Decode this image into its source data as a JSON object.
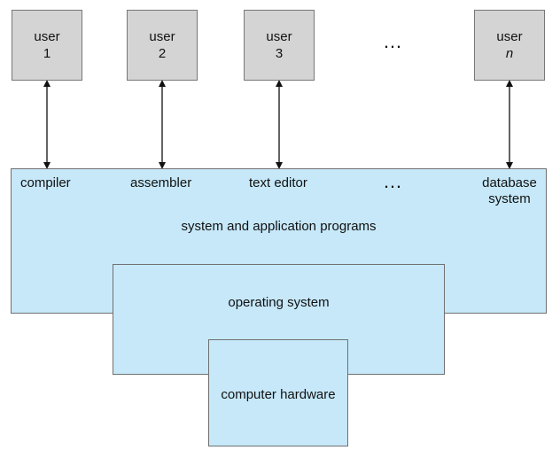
{
  "users": [
    {
      "label": "user",
      "number": "1"
    },
    {
      "label": "user",
      "number": "2"
    },
    {
      "label": "user",
      "number": "3"
    },
    {
      "label": "user",
      "number": "n"
    }
  ],
  "top_ellipsis": "…",
  "programs": [
    "compiler",
    "assembler",
    "text editor",
    "database\nsystem"
  ],
  "program_ellipsis": "…",
  "layers": {
    "applications": "system and application programs",
    "operating_system": "operating system",
    "hardware": "computer hardware"
  },
  "colors": {
    "user_box": "#d4d4d4",
    "layer_fill": "#c6e8f9",
    "outline": "#707070"
  },
  "icons": [
    "double-headed-arrow"
  ]
}
